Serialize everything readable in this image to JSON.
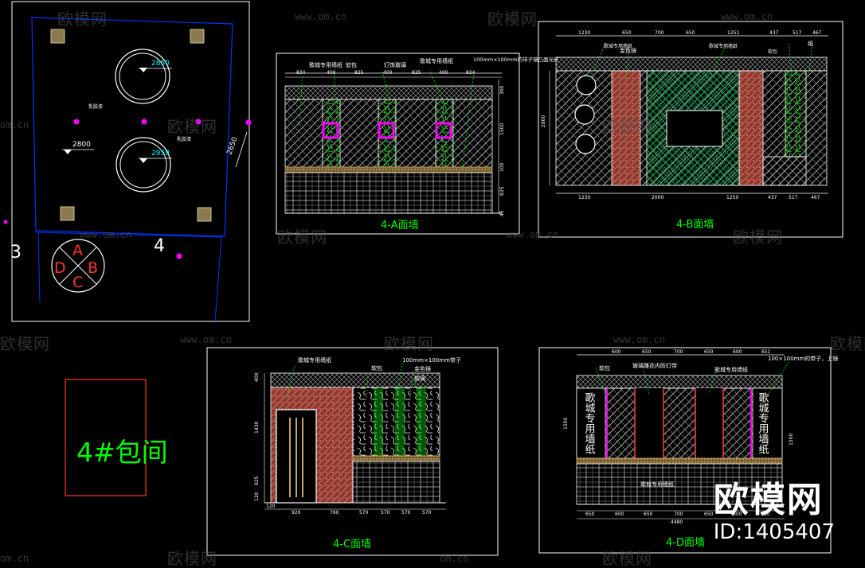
{
  "colors": {
    "background": "#000000",
    "frame": "#ffffff",
    "title": "#00ff00",
    "dim": "#00ffff",
    "green": "#00cc00",
    "red": "#ff3333",
    "magenta": "#ff00ff",
    "blue": "#0033ff",
    "sand": "#c8a060",
    "brick": "#d06050"
  },
  "watermark": {
    "brand": "欧模网",
    "url": "www.om.cn",
    "url_short": "om.cn"
  },
  "brand": {
    "logo": "欧模网",
    "id": "ID:1405407"
  },
  "plan": {
    "dim_2850": "2850",
    "dim_2950": "2950",
    "dim_2800": "2800",
    "dim_2650": "2650",
    "light_label_top": "乳胶漆",
    "light_label_bottom": "乳胶漆",
    "marker_left": "3",
    "marker_right": "4",
    "compass": [
      "A",
      "B",
      "C",
      "D"
    ]
  },
  "room_label": "4#包间",
  "elevation_a": {
    "title": "4-A面墙",
    "notes": [
      "歌城专用墙纸",
      "软包",
      "灯饰玻璃",
      "歌城专用墙纸",
      "100mm×100mm的带子镜凸面光纤"
    ],
    "top_dims": [
      "834",
      "400",
      "825",
      "400",
      "825",
      "400",
      "834"
    ],
    "side_dims": [
      "300",
      "1500",
      "100",
      "825",
      "45"
    ]
  },
  "elevation_b": {
    "title": "4-B面墙",
    "notes": [
      "歌城专用墙纸",
      "金色镜",
      "歌城专用墙纸",
      "软包",
      "纸"
    ],
    "top_dims": [
      "1230",
      "650",
      "700",
      "650",
      "1251",
      "437",
      "517",
      "467"
    ],
    "bottom_dims": [
      "1230",
      "2000",
      "1250",
      "437",
      "517",
      "467"
    ],
    "side_dim": "2800"
  },
  "elevation_c": {
    "title": "4-C面墙",
    "notes": [
      "歌城专用墙纸",
      "软包",
      "100mm×100mm带子",
      "金色镜",
      "玻璃"
    ],
    "bottom_dims": [
      "120",
      "920",
      "760",
      "570",
      "570",
      "570",
      "570"
    ],
    "side_dims": [
      "400",
      "1430",
      "825",
      "120"
    ]
  },
  "elevation_d": {
    "title": "4-D面墙",
    "notes": [
      "软包",
      "玻璃雕花内防灯带",
      "歌城专用墙纸",
      "100×100mm的带子，上镜"
    ],
    "side_text": "歌城专用墙纸",
    "bottom_note": "歌城专用墙纸",
    "top_dims": [
      "600",
      "650",
      "700",
      "650",
      "600",
      "651"
    ],
    "bottom_dims": [
      "650",
      "600",
      "650",
      "700",
      "650",
      "600",
      "650"
    ],
    "total_dim": "4480",
    "side_dims": [
      "1500",
      "1500"
    ]
  }
}
